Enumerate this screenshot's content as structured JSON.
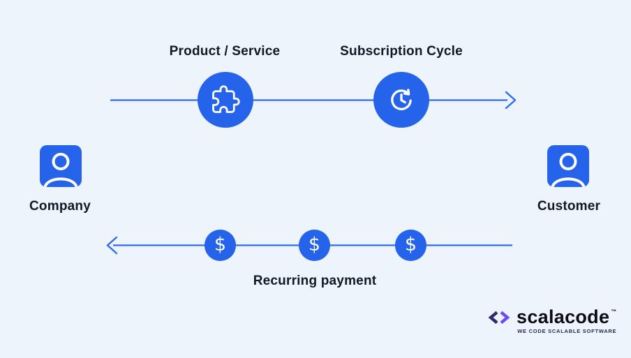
{
  "page": {
    "background": "#EEF4FC",
    "type": "subscription-business-model-diagram"
  },
  "palette": {
    "accent_blue": "#2563EB",
    "line_blue": "#2E6BEF",
    "text_dark": "#121826",
    "white": "#FFFFFF"
  },
  "flow_top": {
    "direction": "left-to-right",
    "nodes": [
      {
        "label": "Product / Service",
        "icon": "puzzle-icon"
      },
      {
        "label": "Subscription Cycle",
        "icon": "clock-refresh-icon"
      }
    ]
  },
  "entities": [
    {
      "label": "Company",
      "icon": "person-icon"
    },
    {
      "label": "Customer",
      "icon": "person-icon"
    }
  ],
  "flow_bottom": {
    "direction": "right-to-left",
    "label": "Recurring payment",
    "symbol": "$",
    "payment_count": 3,
    "icon": "dollar-icon"
  },
  "logo": {
    "brand": "scalacode",
    "trademark": "™",
    "tagline": "WE CODE SCALABLE SOFTWARE",
    "chevron_left_color": "#2D2A70",
    "chevron_right_color": "#6C4CF4"
  }
}
